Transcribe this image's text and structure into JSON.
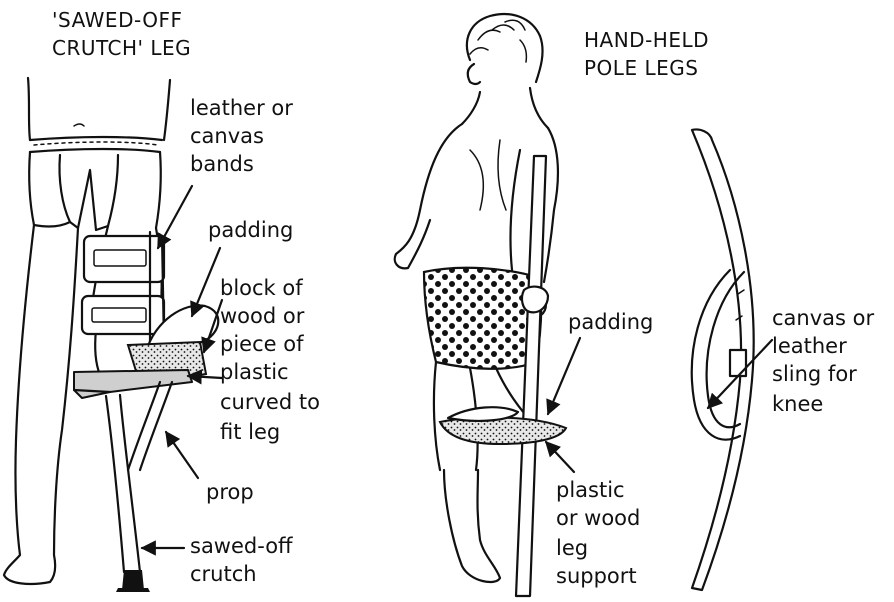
{
  "left_title": [
    "'SAWED-OFF",
    "CRUTCH' LEG"
  ],
  "right_title": [
    "HAND-HELD",
    "POLE LEGS"
  ],
  "labels": {
    "bands": [
      "leather or",
      "canvas",
      "bands"
    ],
    "padding_left": "padding",
    "block": [
      "block of",
      "wood or",
      "piece of",
      "plastic",
      "curved to",
      "fit leg"
    ],
    "prop": "prop",
    "crutch": [
      "sawed-off",
      "crutch"
    ],
    "padding_right": "padding",
    "support": [
      "plastic",
      "or wood",
      "leg",
      "support"
    ],
    "sling": [
      "canvas or",
      "leather",
      "sling for",
      "knee"
    ]
  }
}
